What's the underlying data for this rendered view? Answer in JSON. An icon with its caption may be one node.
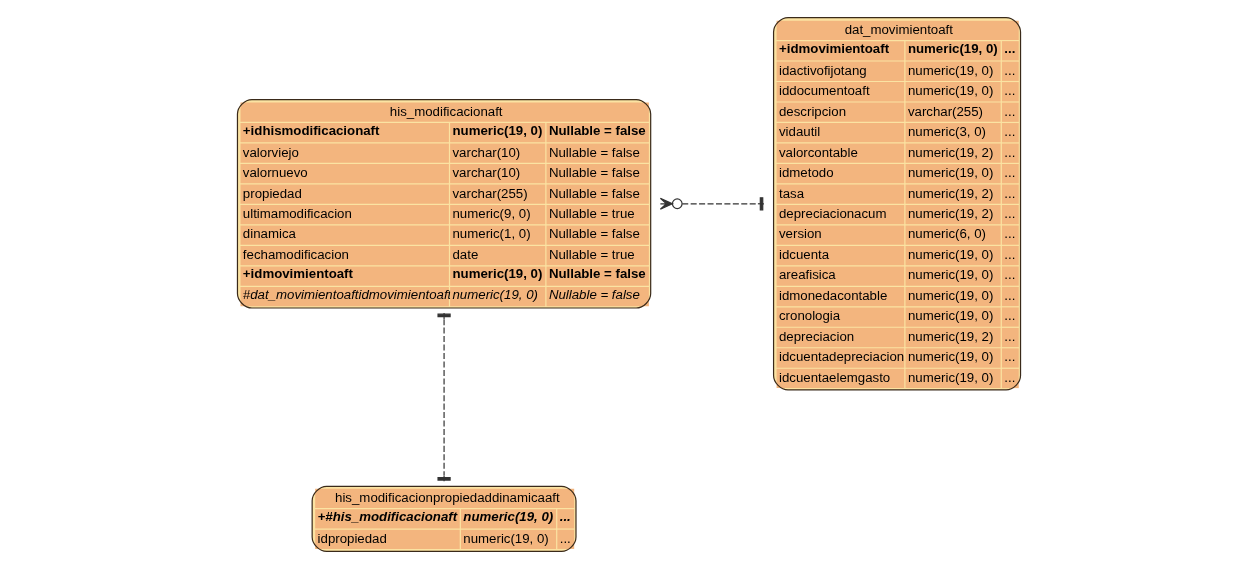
{
  "diagram": {
    "nodes": [
      {
        "text": [
          "his_modificacionaft",
          "+idhismodificacionaft",
          "numeric(19, 0)",
          "Nullable = false",
          "valorviejo",
          "varchar(10)",
          "Nullable = false",
          "valornuevo",
          "varchar(10)",
          "Nullable = false",
          "propiedad",
          "varchar(255)",
          "Nullable = false",
          "ultimamodificacion",
          "numeric(9, 0)",
          "Nullable = true",
          "dinamica",
          "numeric(1, 0)",
          "Nullable = false",
          "fechamodificacion",
          "date",
          "Nullable = true",
          "+idmovimientoaft",
          "numeric(19, 0)",
          "Nullable = false",
          "#dat_movimientoaftidmovimientoaft",
          "numeric(19, 0)",
          "Nullable = false"
        ]
      },
      {
        "text": [
          "dat_movimientoaft",
          "+idmovimientoaft",
          "numeric(19, 0)",
          "...",
          "idactivofijotang",
          "numeric(19, 0)",
          "...",
          "iddocumentoaft",
          "numeric(19, 0)",
          "...",
          "descripcion",
          "varchar(255)",
          "...",
          "vidautil",
          "numeric(3, 0)",
          "...",
          "valorcontable",
          "numeric(19, 2)",
          "...",
          "idmetodo",
          "numeric(19, 0)",
          "...",
          "tasa",
          "numeric(19, 2)",
          "...",
          "depreciacionacum",
          "numeric(19, 2)",
          "...",
          "version",
          "numeric(6, 0)",
          "...",
          "idcuenta",
          "numeric(19, 0)",
          "...",
          "areafisica",
          "numeric(19, 0)",
          "...",
          "idmonedacontable",
          "numeric(19, 0)",
          "...",
          "cronologia",
          "numeric(19, 0)",
          "...",
          "depreciacion",
          "numeric(19, 2)",
          "...",
          "idcuentadepreciacion",
          "numeric(19, 0)",
          "...",
          "idcuentaelemgasto",
          "numeric(19, 0)",
          "..."
        ]
      },
      {
        "text": [
          "his_modificacionpropiedaddinamicaaft",
          "+#his_modificacionaft",
          "numeric(19, 0)",
          "...",
          "idpropiedad",
          "numeric(19, 0)",
          "..."
        ]
      }
    ],
    "edges": [
      {
        "from": 0,
        "to": 1,
        "arrow": "other",
        "style": "dashed"
      },
      {
        "from": 0,
        "to": 2,
        "arrow": "other",
        "style": "dashed"
      }
    ]
  }
}
